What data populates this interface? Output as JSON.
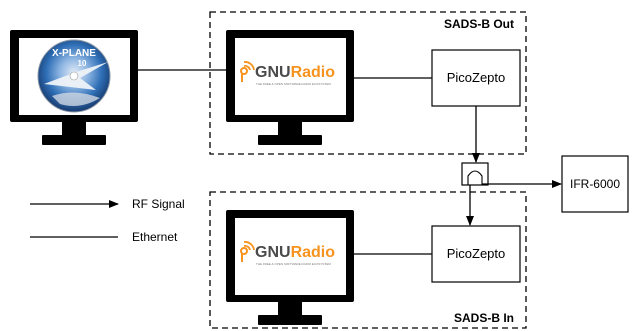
{
  "groups": {
    "out_label": "SADS-B Out",
    "in_label": "SADS-B In"
  },
  "gnuradio": {
    "prefix": "GNU",
    "name": "Radio",
    "tagline": "THE FREE & OPEN SOFTWARE RADIO ECOSYSTEM"
  },
  "xplane": {
    "logo": "X-PLANE",
    "version": "10"
  },
  "nodes": {
    "picozepto_top": "PicoZepto",
    "picozepto_bottom": "PicoZepto",
    "ifr": "IFR-6000"
  },
  "legend": {
    "rf_signal": "RF Signal",
    "ethernet": "Ethernet"
  },
  "colors": {
    "gnu_orange": "#f7931e",
    "gnu_text": "#4a4a4a",
    "disc_blue": "#2f6fb6",
    "monitor": "#000000"
  }
}
